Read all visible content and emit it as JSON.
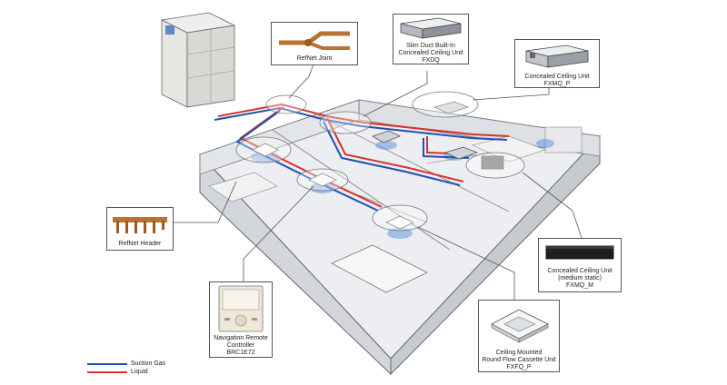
{
  "colors": {
    "suction_gas": "#1f4fb8",
    "liquid": "#d8322a",
    "floor": "#e9ebee",
    "wall": "#cdd1d6",
    "outline": "#555555",
    "airflow": "#4a86d8"
  },
  "callouts": {
    "refnet_joint": {
      "label": "RefNet Joint",
      "icon": "refnet-joint-icon"
    },
    "fxdq": {
      "line1": "Slim Duct Built-In",
      "line2": "Concealed Ceiling Unit",
      "line3": "FXDQ",
      "icon": "slim-duct-unit-icon"
    },
    "fxmq_p": {
      "line1": "Concealed Ceiling Unit",
      "line2": "FXMQ_P",
      "icon": "concealed-ceiling-unit-icon"
    },
    "refnet_header": {
      "label": "RefNet Header",
      "icon": "refnet-header-icon"
    },
    "fxmq_m": {
      "line1": "Concealed Ceiling Unit",
      "line2": "(medium static)",
      "line3": "FXMQ_M",
      "icon": "concealed-ceiling-unit-dark-icon"
    },
    "brc1e72": {
      "line1": "Navigation Remote",
      "line2": "Controller",
      "line3": "BRC1E72",
      "icon": "remote-controller-icon"
    },
    "fxfq_p": {
      "line1": "Ceiling Mounted",
      "line2": "Round Flow Cassette Unit",
      "line3": "FXFQ_P",
      "icon": "cassette-unit-icon"
    }
  },
  "legend": {
    "suction_gas": "Suction Gas",
    "liquid": "Liquid"
  }
}
